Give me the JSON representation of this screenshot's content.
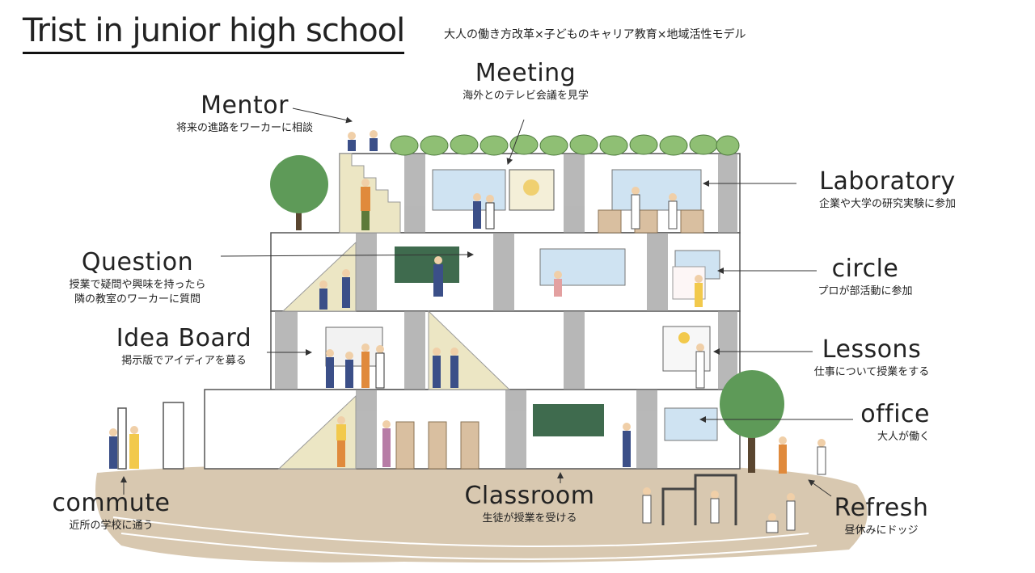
{
  "title": "Trist in junior high school",
  "subtitle": "大人の働き方改革×子どものキャリア教育×地域活性モデル",
  "labels": {
    "meeting": {
      "en": "Meeting",
      "jp": "海外とのテレビ会議を見学"
    },
    "mentor": {
      "en": "Mentor",
      "jp": "将来の進路をワーカーに相談"
    },
    "laboratory": {
      "en": "Laboratory",
      "jp": "企業や大学の研究実験に参加"
    },
    "question": {
      "en": "Question",
      "jp1": "授業で疑問や興味を持ったら",
      "jp2": "隣の教室のワーカーに質問"
    },
    "circle": {
      "en": "circle",
      "jp": "プロが部活動に参加"
    },
    "idea_board": {
      "en": "Idea Board",
      "jp": "掲示版でアイディアを募る"
    },
    "lessons": {
      "en": "Lessons",
      "jp": "仕事について授業をする"
    },
    "office": {
      "en": "office",
      "jp": "大人が働く"
    },
    "commute": {
      "en": "commute",
      "jp": "近所の学校に通う"
    },
    "classroom": {
      "en": "Classroom",
      "jp": "生徒が授業を受ける"
    },
    "refresh": {
      "en": "Refresh",
      "jp": "昼休みにドッジ"
    }
  },
  "colors": {
    "ground": "#d8c8b0",
    "tree": "#5e9a58",
    "board": "#3f6b4e",
    "window": "#cfe3f2",
    "stair": "#ece6c4",
    "curtain": "#9a9a9a"
  }
}
